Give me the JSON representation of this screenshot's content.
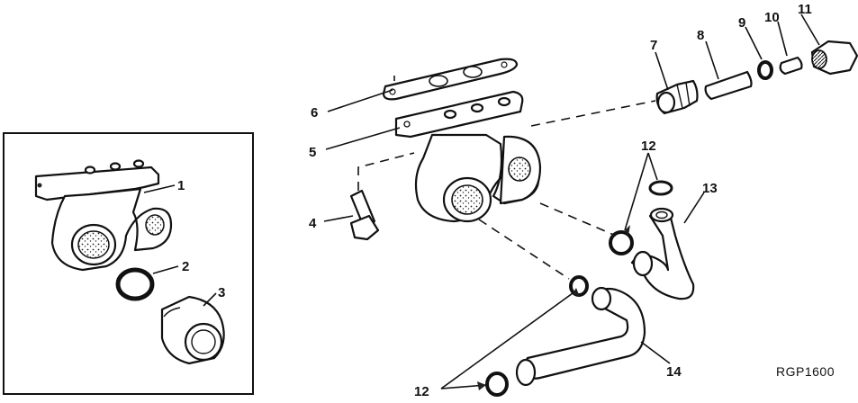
{
  "callouts": {
    "c1": "1",
    "c2": "2",
    "c3": "3",
    "c4": "4",
    "c5": "5",
    "c6": "6",
    "c7": "7",
    "c8": "8",
    "c9": "9",
    "c10": "10",
    "c11": "11",
    "c12a": "12",
    "c12b": "12",
    "c13": "13",
    "c14": "14"
  },
  "figure_code": "RGP1600"
}
